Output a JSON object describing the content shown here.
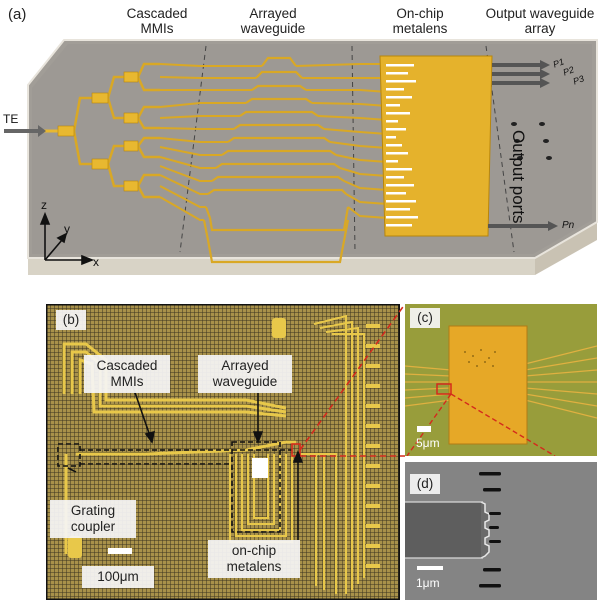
{
  "panel_a": {
    "label": "(a)",
    "headers": {
      "mmis": "Cascaded\nMMIs",
      "arrayed": "Arrayed\nwaveguide",
      "metalens": "On-chip\nmetalens",
      "output_array": "Output waveguide\narray"
    },
    "input_label": "TE",
    "ports": [
      "P1",
      "P2",
      "P3",
      "Pn"
    ],
    "output_ports_label": "Output ports",
    "axes": {
      "z": "z",
      "y": "y",
      "x": "x"
    }
  },
  "panel_b": {
    "label": "(b)",
    "mmis": "Cascaded\nMMIs",
    "arrayed": "Arrayed\nwaveguide",
    "grating": "Grating\ncoupler",
    "metalens": "on-chip\nmetalens",
    "scale": "100μm"
  },
  "panel_c": {
    "label": "(c)",
    "scale": "5μm"
  },
  "panel_d": {
    "label": "(d)",
    "scale": "1μm"
  },
  "colors": {
    "gold": "#e8b830",
    "gold_dark": "#b8860b",
    "chip": "#9a9690",
    "dashed_red": "#d42a1c"
  }
}
